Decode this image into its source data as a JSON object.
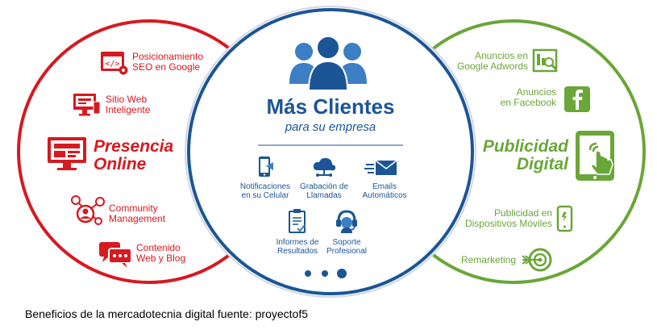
{
  "colors": {
    "red": "#d71920",
    "blue": "#1b5596",
    "green": "#6aa638",
    "blue_light": "#3c7fc4"
  },
  "left": {
    "heading": [
      "Presencia",
      "Online"
    ],
    "items": [
      {
        "lines": [
          "Posicionamiento",
          "SEO en Google"
        ],
        "icon": "code-window-icon"
      },
      {
        "lines": [
          "Sitio Web",
          "Inteligente"
        ],
        "icon": "monitor-icon"
      },
      {
        "lines": [
          "Community",
          "Management"
        ],
        "icon": "network-icon"
      },
      {
        "lines": [
          "Contenido",
          "Web y Blog"
        ],
        "icon": "chat-bubble-icon"
      }
    ]
  },
  "center": {
    "title": "Más Clientes",
    "subtitle": "para su empresa",
    "items": [
      {
        "lines": [
          "Notificaciones",
          "en su Celular"
        ],
        "icon": "phone-icon"
      },
      {
        "lines": [
          "Grabación de",
          "Llamadas"
        ],
        "icon": "cloud-icon"
      },
      {
        "lines": [
          "Emails",
          "Automáticos"
        ],
        "icon": "email-icon"
      },
      {
        "lines": [
          "Informes de",
          "Resultados"
        ],
        "icon": "clipboard-icon"
      },
      {
        "lines": [
          "Soporte",
          "Profesional"
        ],
        "icon": "headset-icon"
      }
    ]
  },
  "right": {
    "heading": [
      "Publicidad",
      "Digital"
    ],
    "items": [
      {
        "lines": [
          "Anuncios en",
          "Google Adwords"
        ],
        "icon": "search-chart-icon"
      },
      {
        "lines": [
          "Anuncios",
          "en Facebook"
        ],
        "icon": "facebook-icon"
      },
      {
        "lines": [
          "Publicidad en",
          "Dispositivos Móviles"
        ],
        "icon": "mobile-icon"
      },
      {
        "lines": [
          "Remarketing"
        ],
        "icon": "target-icon"
      }
    ]
  },
  "caption": "Beneficios de la mercadotecnia digital fuente: proyectof5"
}
